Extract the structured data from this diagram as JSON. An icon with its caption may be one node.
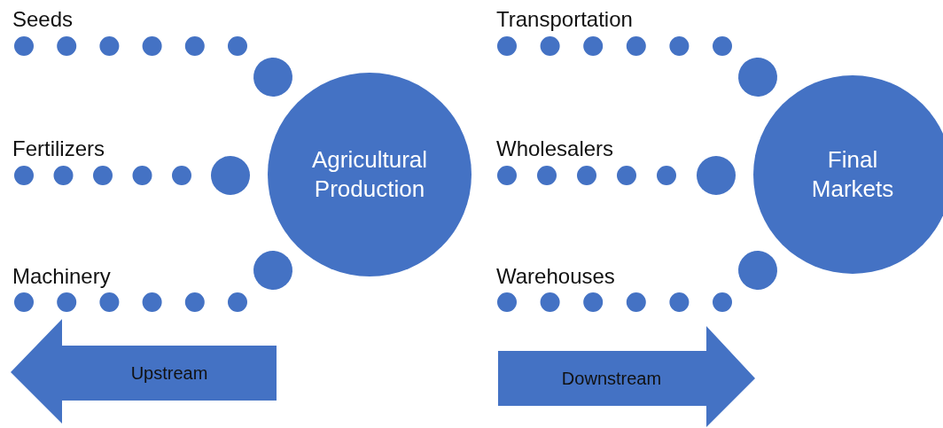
{
  "diagram": {
    "nodes": [
      {
        "text": [
          "Seeds"
        ]
      },
      {
        "text": [
          "Fertilizers"
        ]
      },
      {
        "text": [
          "Machinery"
        ]
      },
      {
        "text": [
          "Agricultural Production"
        ]
      },
      {
        "text": [
          "Transportation"
        ]
      },
      {
        "text": [
          "Wholesalers"
        ]
      },
      {
        "text": [
          "Warehouses"
        ]
      },
      {
        "text": [
          "Final Markets"
        ]
      },
      {
        "text": [
          "Upstream"
        ]
      },
      {
        "text": [
          "Downstream"
        ]
      }
    ],
    "edges": [
      {
        "from": 0,
        "to": 3,
        "arrow": "other",
        "style": "dashed"
      },
      {
        "from": 1,
        "to": 3,
        "arrow": "other",
        "style": "dashed"
      },
      {
        "from": 2,
        "to": 3,
        "arrow": "other",
        "style": "dashed"
      },
      {
        "from": 4,
        "to": 7,
        "arrow": "other",
        "style": "dashed"
      },
      {
        "from": 5,
        "to": 7,
        "arrow": "other",
        "style": "dashed"
      },
      {
        "from": 6,
        "to": 7,
        "arrow": "other",
        "style": "dashed"
      }
    ]
  }
}
